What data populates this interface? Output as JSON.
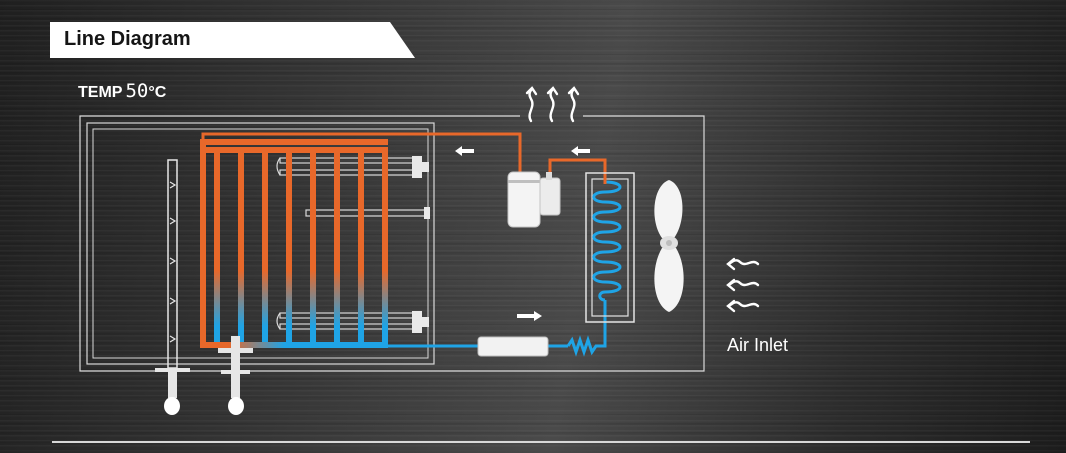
{
  "header": {
    "title": "Line Diagram"
  },
  "temperature": {
    "label": "TEMP",
    "value": "50",
    "unit": "°C"
  },
  "labels": {
    "air_inlet": "Air Inlet"
  },
  "colors": {
    "hot_pipe": "#e8682a",
    "cold_pipe": "#1fa4e6",
    "outline": "#d9d9d9",
    "title_tab": "#ffffff",
    "background": "#2f2f2f"
  },
  "icons": {
    "heat_waves": "heat-waves-icon",
    "air_flow": "air-flow-icon",
    "fan": "fan-icon",
    "compressor": "compressor-icon",
    "condenser": "condenser-coil-icon",
    "filter_drier": "filter-drier-icon",
    "expansion_capillary": "capillary-coil-icon",
    "thermometer": "thermometer-icon",
    "direction_arrow": "arrow-icon"
  }
}
